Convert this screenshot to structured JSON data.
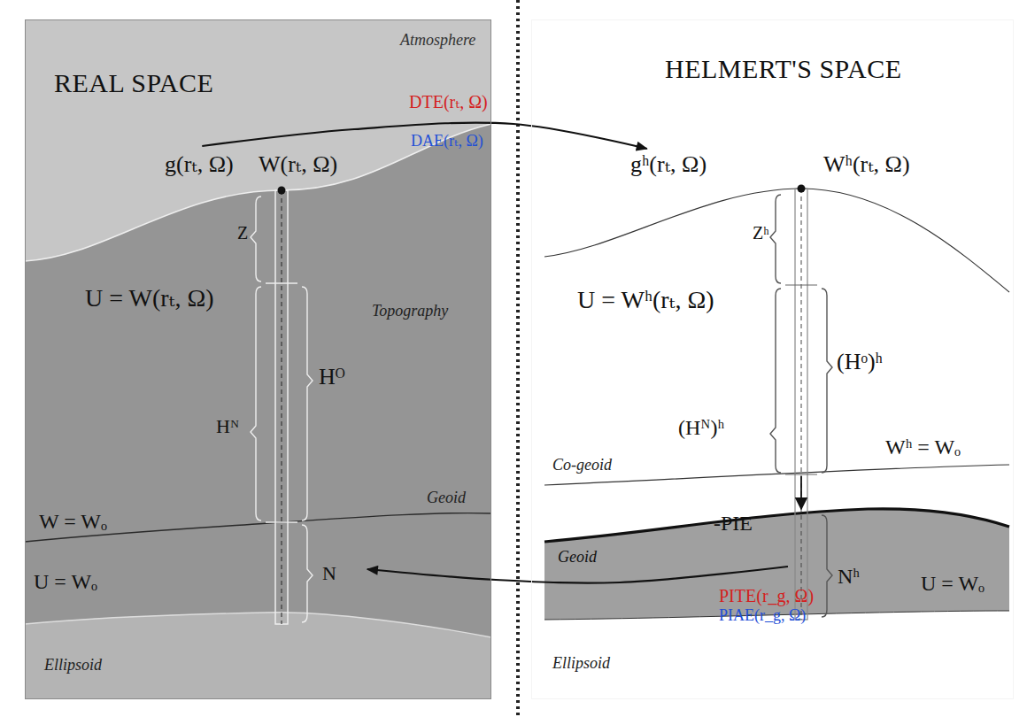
{
  "diagram": {
    "nodes": [
      {
        "text": [
          "REAL SPACE"
        ]
      },
      {
        "text": [
          "HELMERT'S SPACE"
        ]
      }
    ],
    "edges": [
      {
        "from": 0,
        "to": 1,
        "arrow": "to",
        "label": "DTE(rₜ, Ω)"
      },
      {
        "from": 1,
        "to": 0,
        "arrow": "to",
        "label": "PITE(r_g, Ω)"
      }
    ],
    "labels": [
      "Atmosphere",
      "g(rₜ, Ω)",
      "W(rₜ, Ω)",
      "Z",
      "U = W(rₜ, Ω)",
      "Topography",
      "Hᴼ",
      "Hᴺ",
      "Geoid",
      "W = Wₒ",
      "N",
      "U = Wₒ",
      "Ellipsoid",
      "DAE(rₜ, Ω)",
      "gʰ(rₜ, Ω)",
      "Wʰ(rₜ, Ω)",
      "Zʰ",
      "U = Wʰ(rₜ, Ω)",
      "(Hᵒ)ʰ",
      "(Hᴺ)ʰ",
      "Co-geoid",
      "Wʰ = Wₒ",
      "-PIE",
      "Geoid",
      "Nʰ",
      "U = Wₒ",
      "PIAE(r_g, Ω)",
      "Ellipsoid"
    ]
  }
}
